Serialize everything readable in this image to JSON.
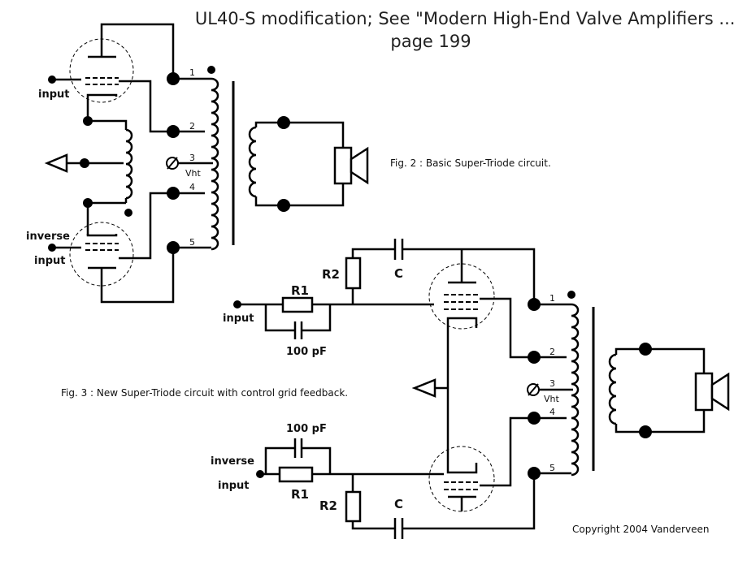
{
  "title": {
    "line1": "UL40-S modification; See \"Modern High-End Valve Amplifiers ...\"",
    "line2": "page 199"
  },
  "fig2": {
    "caption": "Fig. 2 : Basic Super-Triode circuit.",
    "input_label": "input",
    "inverse_label": "inverse",
    "inverse_input_label": "input",
    "vht_label": "Vht",
    "pins": [
      "1",
      "2",
      "3",
      "4",
      "5"
    ]
  },
  "fig3": {
    "caption": "Fig. 3 : New Super-Triode circuit with control grid feedback.",
    "r1_top": "R1",
    "r2_top": "R2",
    "c_top": "C",
    "cap_top": "100 pF",
    "input_label": "input",
    "r1_bottom": "R1",
    "r2_bottom": "R2",
    "c_bottom": "C",
    "cap_bottom": "100 pF",
    "inverse_label": "inverse",
    "inverse_input_label": "input",
    "vht_label": "Vht",
    "pins": [
      "1",
      "2",
      "3",
      "4",
      "5"
    ]
  },
  "copyright": "Copyright 2004 Vanderveen"
}
